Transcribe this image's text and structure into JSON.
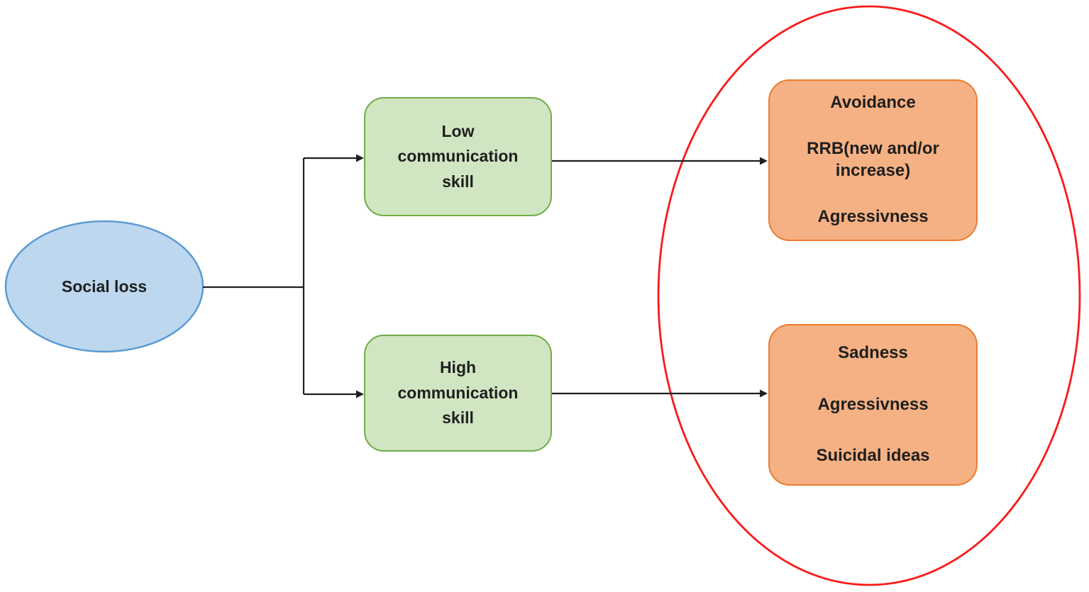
{
  "diagram": {
    "root": {
      "label": "Social loss"
    },
    "branches": [
      {
        "name": "low-communication-skill",
        "lines": [
          "Low",
          "communication",
          "skill"
        ]
      },
      {
        "name": "high-communication-skill",
        "lines": [
          "High",
          "communication",
          "skill"
        ]
      }
    ],
    "outcomes": [
      {
        "name": "low-skill-outcomes",
        "lines": [
          "Avoidance",
          "RRB(new and/or increase)",
          "Agressivness"
        ]
      },
      {
        "name": "high-skill-outcomes",
        "lines": [
          "Sadness",
          "Agressivness",
          "Suicidal ideas"
        ]
      }
    ],
    "annotation": {
      "shape": "red-ellipse",
      "meaning": "encircles outcome boxes"
    }
  },
  "colors": {
    "blue_fill": "#BDD7EE",
    "blue_stroke": "#5B9BD5",
    "green_fill": "#D0E6C2",
    "green_stroke": "#6FAC46",
    "orange_fill": "#F5B183",
    "orange_stroke": "#EC7C30",
    "red_stroke": "#FA1A1A",
    "connector": "#1F1F1F",
    "text": "#1F1F1F"
  }
}
